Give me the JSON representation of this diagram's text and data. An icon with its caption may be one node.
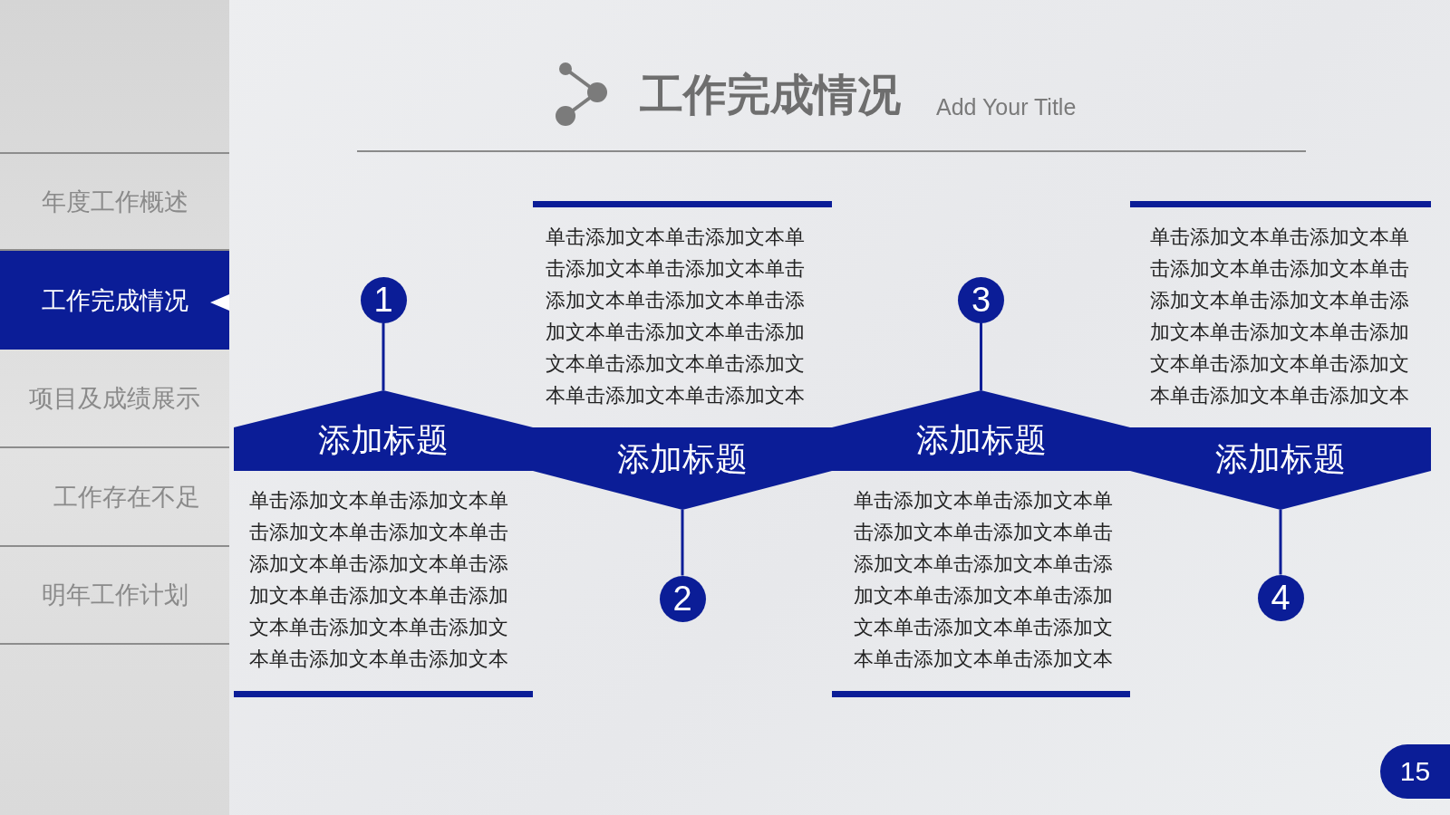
{
  "diagram": {
    "title": "工作完成情况",
    "nodes": [
      {
        "text": [
          "年度工作概述"
        ]
      },
      {
        "text": [
          "工作完成情况"
        ]
      },
      {
        "text": [
          "项目及成绩展示"
        ]
      },
      {
        "text": [
          "工作存在不足"
        ]
      },
      {
        "text": [
          "明年工作计划"
        ]
      },
      {
        "text": [
          "1"
        ]
      },
      {
        "text": [
          "添加标题"
        ],
        "beside": [
          "单击添加文本单击添加文本单击添加文本单击添加文本单击添加文本单击添加文本单击添加文本单击添加文本单击添加文本单击添加文本单击添加文本单击添加文本单击添加文本"
        ]
      },
      {
        "text": [
          "添加标题"
        ],
        "beside": [
          "单击添加文本单击添加文本单击添加文本单击添加文本单击添加文本单击添加文本单击添加文本单击添加文本单击添加文本单击添加文本单击添加文本单击添加文本单击添加文本"
        ]
      },
      {
        "text": [
          "2"
        ]
      },
      {
        "text": [
          "3"
        ]
      },
      {
        "text": [
          "添加标题"
        ],
        "beside": [
          "单击添加文本单击添加文本单击添加文本单击添加文本单击添加文本单击添加文本单击添加文本单击添加文本单击添加文本单击添加文本单击添加文本单击添加文本单击添加文本"
        ]
      },
      {
        "text": [
          "添加标题"
        ],
        "beside": [
          "单击添加文本单击添加文本单击添加文本单击添加文本单击添加文本单击添加文本单击添加文本单击添加文本单击添加文本单击添加文本单击添加文本单击添加文本单击添加文本"
        ]
      },
      {
        "text": [
          "4"
        ]
      },
      {
        "text": [
          "15"
        ]
      }
    ],
    "edges": [
      {
        "from": 5,
        "to": 6,
        "arrow": "none"
      },
      {
        "from": 8,
        "to": 7,
        "arrow": "none"
      },
      {
        "from": 9,
        "to": 10,
        "arrow": "none"
      },
      {
        "from": 12,
        "to": 11,
        "arrow": "none"
      }
    ],
    "labels": [
      "Add Your Title"
    ]
  }
}
